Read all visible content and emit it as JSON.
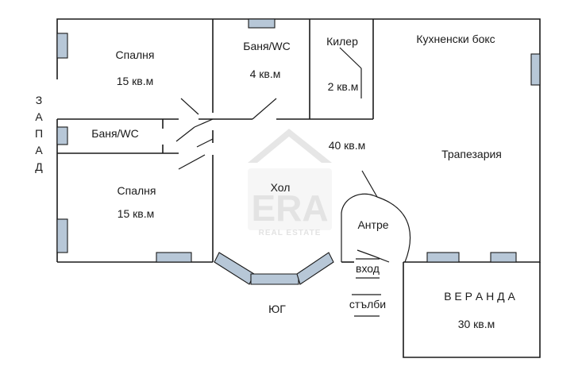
{
  "rooms": {
    "bedroom_top": {
      "name": "Спалня",
      "area": "15 кв.м"
    },
    "bath_top": {
      "name": "Баня/WC",
      "area": "4 кв.м"
    },
    "pantry": {
      "name": "Килер",
      "area": "2 кв.м"
    },
    "kitchen": {
      "name": "Кухненски бокс"
    },
    "bath_small": {
      "name": "Баня/WC"
    },
    "living": {
      "area": "40 кв.м"
    },
    "dining": {
      "name": "Трапезария"
    },
    "hall": {
      "name": "Хол"
    },
    "bedroom_bottom": {
      "name": "Спалня",
      "area": "15 кв.м"
    },
    "entry": {
      "name": "Антре"
    },
    "veranda": {
      "name": "В Е Р А Н Д А",
      "area": "30 кв.м"
    }
  },
  "labels": {
    "entrance": "вход",
    "stairs": "стълби",
    "south": "ЮГ",
    "west_letters": [
      "З",
      "А",
      "П",
      "А",
      "Д"
    ]
  },
  "watermark": {
    "brand": "ERA",
    "sub": "REAL ESTATE"
  }
}
